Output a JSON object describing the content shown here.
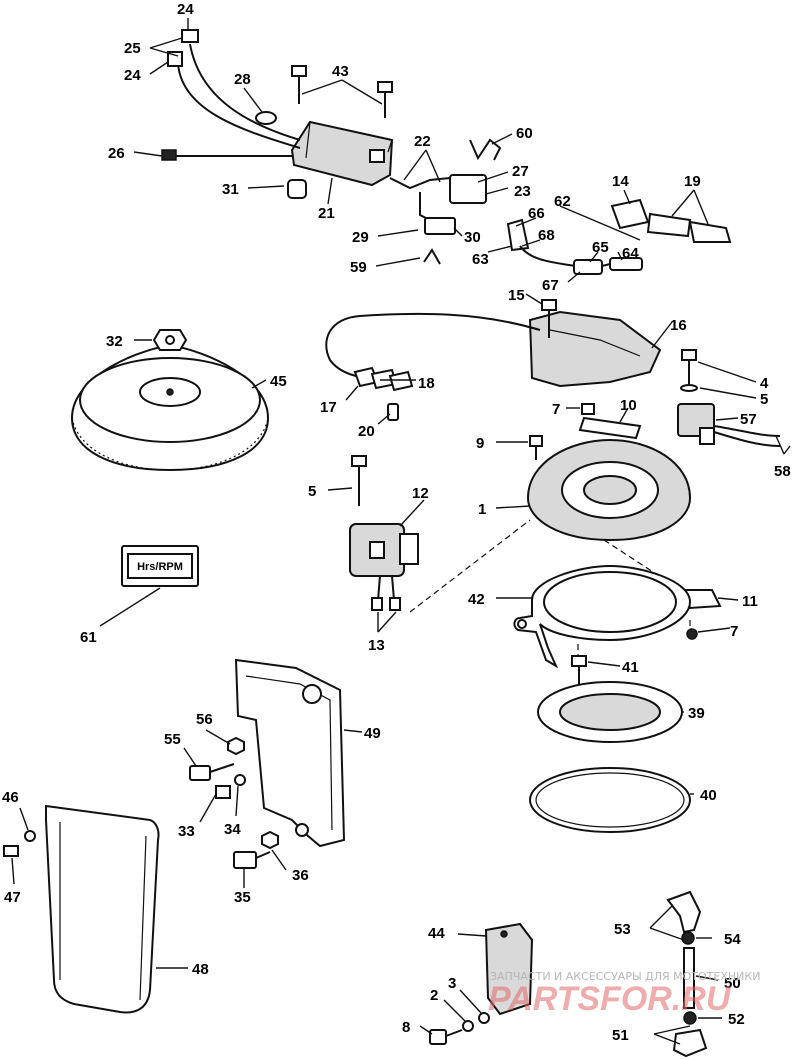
{
  "callouts": {
    "n1": "1",
    "n2": "2",
    "n3": "3",
    "n4": "4",
    "n5a": "5",
    "n5b": "5",
    "n7a": "7",
    "n7b": "7",
    "n8": "8",
    "n9": "9",
    "n10": "10",
    "n11": "11",
    "n12": "12",
    "n13": "13",
    "n14": "14",
    "n15": "15",
    "n16": "16",
    "n17": "17",
    "n18": "18",
    "n19": "19",
    "n20": "20",
    "n21": "21",
    "n22": "22",
    "n23": "23",
    "n24a": "24",
    "n24b": "24",
    "n25": "25",
    "n26": "26",
    "n27": "27",
    "n28": "28",
    "n29": "29",
    "n30": "30",
    "n31": "31",
    "n32": "32",
    "n33": "33",
    "n34": "34",
    "n35": "35",
    "n36": "36",
    "n39": "39",
    "n40": "40",
    "n41": "41",
    "n42": "42",
    "n43": "43",
    "n44": "44",
    "n45": "45",
    "n46": "46",
    "n47": "47",
    "n48": "48",
    "n49": "49",
    "n50": "50",
    "n51": "51",
    "n52": "52",
    "n53": "53",
    "n54": "54",
    "n55": "55",
    "n56": "56",
    "n57": "57",
    "n58": "58",
    "n59": "59",
    "n60": "60",
    "n61": "61",
    "n62": "62",
    "n63": "63",
    "n64": "64",
    "n65": "65",
    "n66": "66",
    "n67": "67",
    "n68": "68"
  },
  "hours_meter_label": "Hrs/RPM",
  "watermark": {
    "line1": "ЗАПЧАСТИ И АКСЕССУАРЫ ДЛЯ МОТОТЕХНИКИ",
    "line2": "PARTSFOR.RU"
  }
}
